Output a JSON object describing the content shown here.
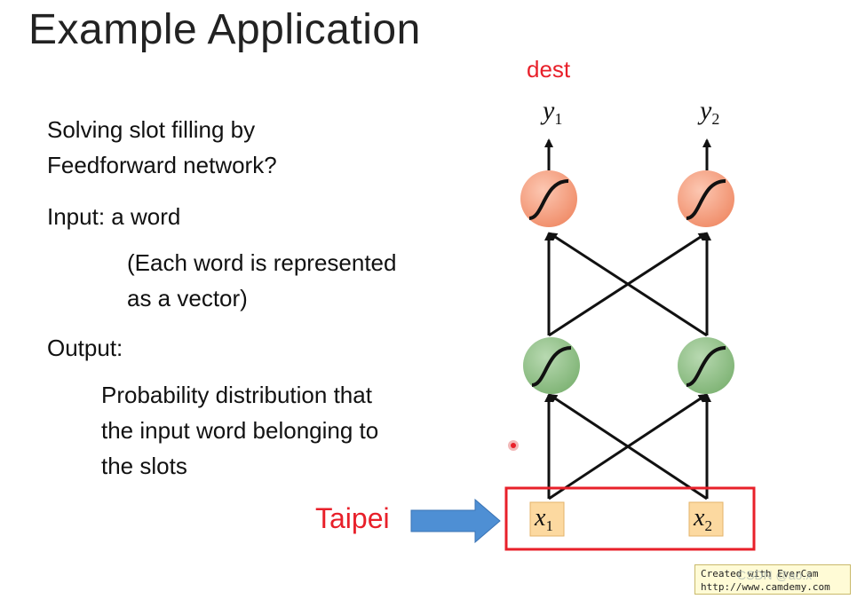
{
  "slide": {
    "title": "Example Application",
    "lines": [
      "Solving slot filling by",
      "Feedforward network?",
      "Input: a word",
      "(Each word is represented",
      "as a vector)",
      "Output:",
      "Probability distribution that",
      "the input word belonging to",
      "the slots"
    ]
  },
  "diagram": {
    "dest_label": "dest",
    "y1": "y",
    "y1_sub": "1",
    "y2": "y",
    "y2_sub": "2",
    "x1": "x",
    "x1_sub": "1",
    "x2": "x",
    "x2_sub": "2",
    "input_word": "Taipei",
    "colors": {
      "output_neuron": "#f4a07f",
      "hidden_neuron": "#8fbf86",
      "input_box": "#fcd9a0",
      "highlight": "#e8202a",
      "arrow": "#4e8fd4"
    }
  },
  "watermark": {
    "line1": "Created with EverCam",
    "line2": "http://www.camdemy.com",
    "overlay": "CSDN @ao.x"
  }
}
